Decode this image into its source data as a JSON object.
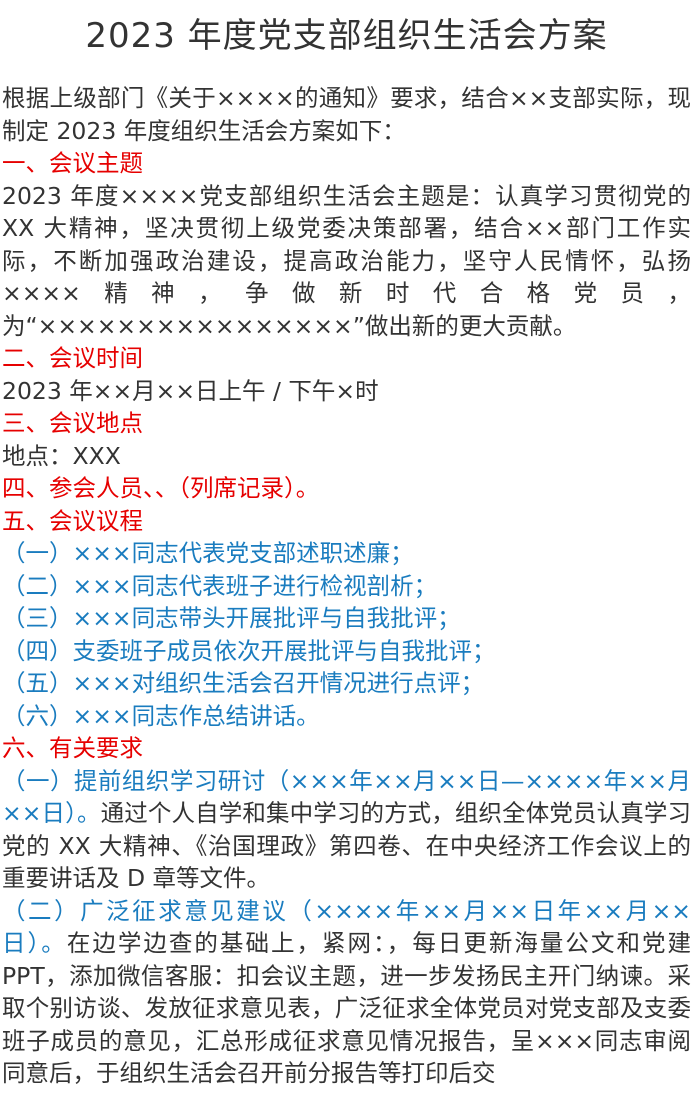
{
  "title": "2023 年度党支部组织生活会方案",
  "intro": "根据上级部门《关于××××的通知》要求，结合××支部实际，现制定 2023 年度组织生活会方案如下：",
  "sections": {
    "theme": {
      "heading": "一、会议主题",
      "body": "2023 年度××××党支部组织生活会主题是：认真学习贯彻党的 XX 大精神，坚决贯彻上级党委决策部署，结合××部门工作实际，不断加强政治建设，提高政治能力，坚守人民情怀，弘扬××××精神，争做新时代合格党员，为“××××××××××××××××”做出新的更大贡献。"
    },
    "time": {
      "heading": "二、会议时间",
      "body": "2023 年××月××日上午 / 下午×时"
    },
    "location": {
      "heading": "三、会议地点",
      "body": "地点：XXX"
    },
    "attendees": {
      "heading": "四、参会人员、、（列席记录）。"
    },
    "agenda": {
      "heading": "五、会议议程",
      "items": [
        "（一）×××同志代表党支部述职述廉；",
        "（二）×××同志代表班子进行检视剖析；",
        "（三）×××同志带头开展批评与自我批评；",
        "（四）支委班子成员依次开展批评与自我批评；",
        "（五）×××对组织生活会召开情况进行点评；",
        "（六）×××同志作总结讲话。"
      ]
    },
    "requirements": {
      "heading": "六、有关要求",
      "req1_sub": "（一）提前组织学习研讨（×××年××月××日—××××年××月××日）。",
      "req1_body": "通过个人自学和集中学习的方式，组织全体党员认真学习党的 XX 大精神、《治国理政》第四卷、在中央经济工作会议上的重要讲话及 D 章等文件。",
      "req2_sub": "（二）广泛征求意见建议（××××年××月××日年××月××日）。",
      "req2_body": "在边学边查的基础上，紧网：，每日更新海量公文和党建 PPT，添加微信客服：扣会议主题，进一步发扬民主开门纳谏。采取个别访谈、发放征求意见表，广泛征求全体党员对党支部及支委班子成员的意见，汇总形成征求意见情况报告，呈×××同志审阅同意后，于组织生活会召开前分报告等打印后交"
    }
  }
}
